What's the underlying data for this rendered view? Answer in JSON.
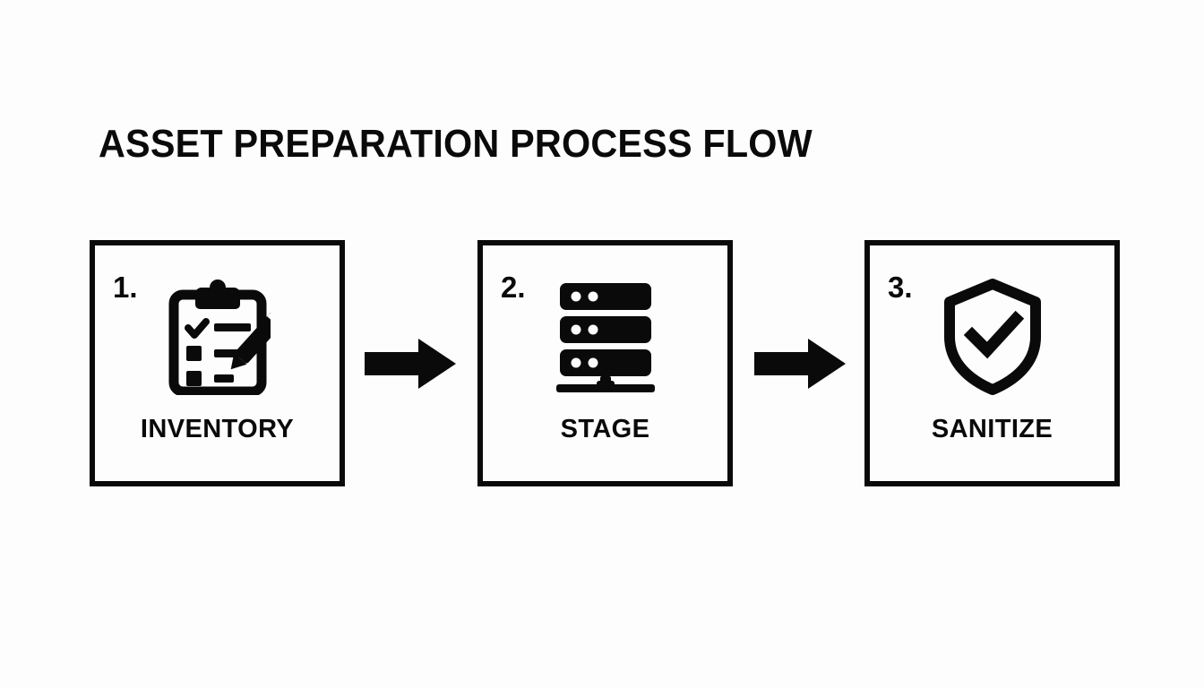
{
  "page": {
    "title": "ASSET PREPARATION PROCESS FLOW",
    "background_color": "#fdfdfd",
    "ink_color": "#0a0a0a"
  },
  "flow": {
    "steps": [
      {
        "number": "1.",
        "label": "INVENTORY",
        "icon": "clipboard-checklist-pencil-icon"
      },
      {
        "number": "2.",
        "label": "STAGE",
        "icon": "server-rack-icon"
      },
      {
        "number": "3.",
        "label": "SANITIZE",
        "icon": "shield-check-icon"
      }
    ],
    "connectors": [
      {
        "icon": "arrow-right-icon"
      },
      {
        "icon": "arrow-right-icon"
      }
    ]
  }
}
